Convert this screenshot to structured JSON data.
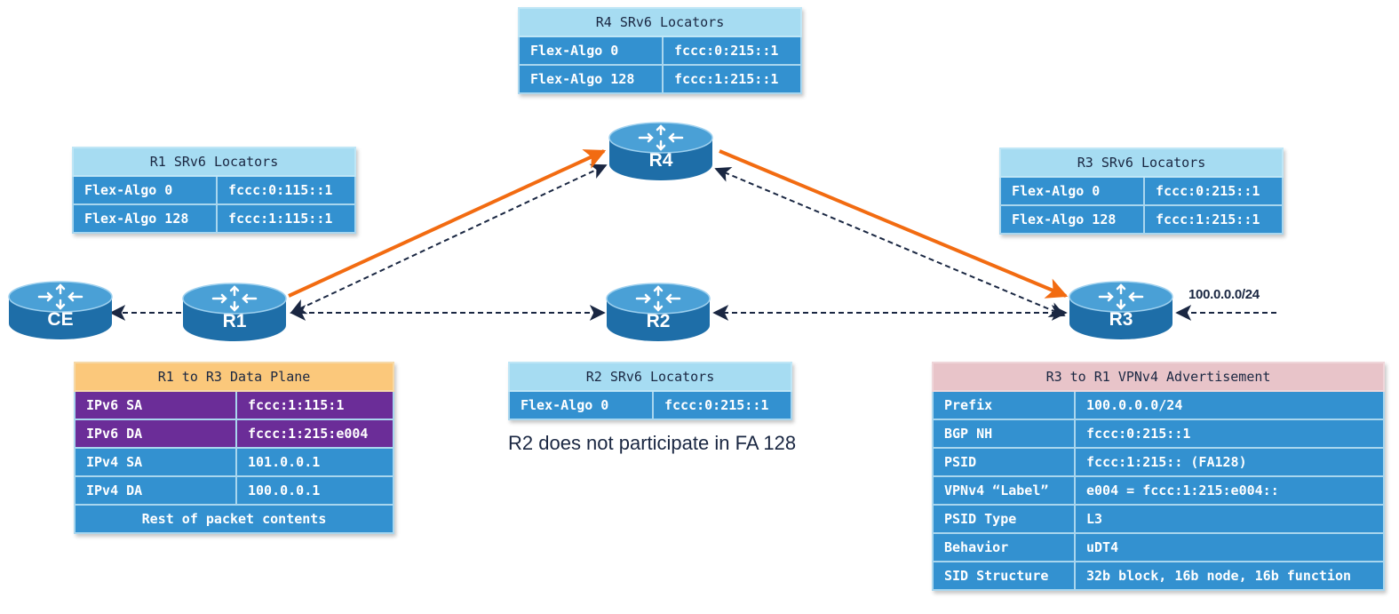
{
  "routers": [
    {
      "id": "CE",
      "label": "CE"
    },
    {
      "id": "R1",
      "label": "R1"
    },
    {
      "id": "R2",
      "label": "R2"
    },
    {
      "id": "R3",
      "label": "R3"
    },
    {
      "id": "R4",
      "label": "R4"
    }
  ],
  "colors": {
    "router_body": "#1e6ea8",
    "router_top": "#4aa0d6",
    "path_arrow": "#f26b11",
    "dashed_link": "#1a2742",
    "cell_blue": "#3391d0",
    "header_blue": "#a6dcf2",
    "header_orange": "#fbc87b",
    "header_pink": "#e8c4c9",
    "cell_purple": "#6b2d98"
  },
  "r4_locators": {
    "title": "R4 SRv6 Locators",
    "rows": [
      {
        "algo": "Flex-Algo 0",
        "locator": "fccc:0:215::1"
      },
      {
        "algo": "Flex-Algo 128",
        "locator": "fccc:1:215::1"
      }
    ]
  },
  "r1_locators": {
    "title": "R1 SRv6 Locators",
    "rows": [
      {
        "algo": "Flex-Algo 0",
        "locator": "fccc:0:115::1"
      },
      {
        "algo": "Flex-Algo 128",
        "locator": "fccc:1:115::1"
      }
    ]
  },
  "r3_locators": {
    "title": "R3 SRv6 Locators",
    "rows": [
      {
        "algo": "Flex-Algo 0",
        "locator": "fccc:0:215::1"
      },
      {
        "algo": "Flex-Algo 128",
        "locator": "fccc:1:215::1"
      }
    ]
  },
  "r2_locators": {
    "title": "R2 SRv6 Locators",
    "rows": [
      {
        "algo": "Flex-Algo 0",
        "locator": "fccc:0:215::1"
      }
    ]
  },
  "r2_note": "R2 does not participate in FA 128",
  "prefix_label": "100.0.0.0/24",
  "data_plane": {
    "title": "R1 to R3 Data Plane",
    "rows": [
      {
        "field": "IPv6 SA",
        "value": "fccc:1:115:1"
      },
      {
        "field": "IPv6 DA",
        "value": "fccc:1:215:e004"
      },
      {
        "field": "IPv4 SA",
        "value": "101.0.0.1"
      },
      {
        "field": "IPv4 DA",
        "value": "100.0.0.1"
      }
    ],
    "footer": "Rest of packet contents"
  },
  "advertisement": {
    "title": "R3 to R1 VPNv4 Advertisement",
    "rows": [
      {
        "field": "Prefix",
        "value": "100.0.0.0/24"
      },
      {
        "field": "BGP NH",
        "value": "fccc:0:215::1"
      },
      {
        "field": "PSID",
        "value": "fccc:1:215:: (FA128)"
      },
      {
        "field": "VPNv4 “Label”",
        "value": "e004 = fccc:1:215:e004::"
      },
      {
        "field": "PSID Type",
        "value": "L3"
      },
      {
        "field": "Behavior",
        "value": "uDT4"
      },
      {
        "field": "SID Structure",
        "value": "32b block, 16b node, 16b function"
      }
    ]
  }
}
